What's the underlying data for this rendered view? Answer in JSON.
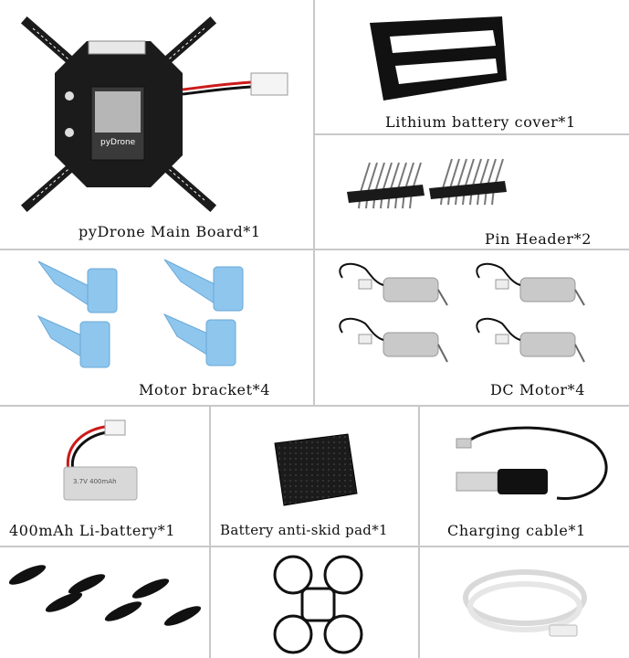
{
  "items": {
    "main_board": {
      "label": "pyDrone Main Board*1",
      "board_text": "pyDrone"
    },
    "battery_cover": {
      "label": "Lithium battery cover*1"
    },
    "pin_header": {
      "label": "Pin Header*2"
    },
    "motor_bracket": {
      "label": "Motor bracket*4"
    },
    "dc_motor": {
      "label": "DC Motor*4"
    },
    "li_battery": {
      "label": "400mAh Li-battery*1"
    },
    "anti_skid_pad": {
      "label": "Battery anti-skid pad*1"
    },
    "charging_cable": {
      "label": "Charging cable*1"
    }
  },
  "colors": {
    "grid_line": "#c8c8c8",
    "board": "#1b1b1b",
    "bracket": "#8ec6ee",
    "motor": "#c9c9c9",
    "cable": "#111111"
  },
  "icons": [
    "propeller-icon",
    "prop-guard-icon",
    "usb-cable-coil-icon"
  ]
}
